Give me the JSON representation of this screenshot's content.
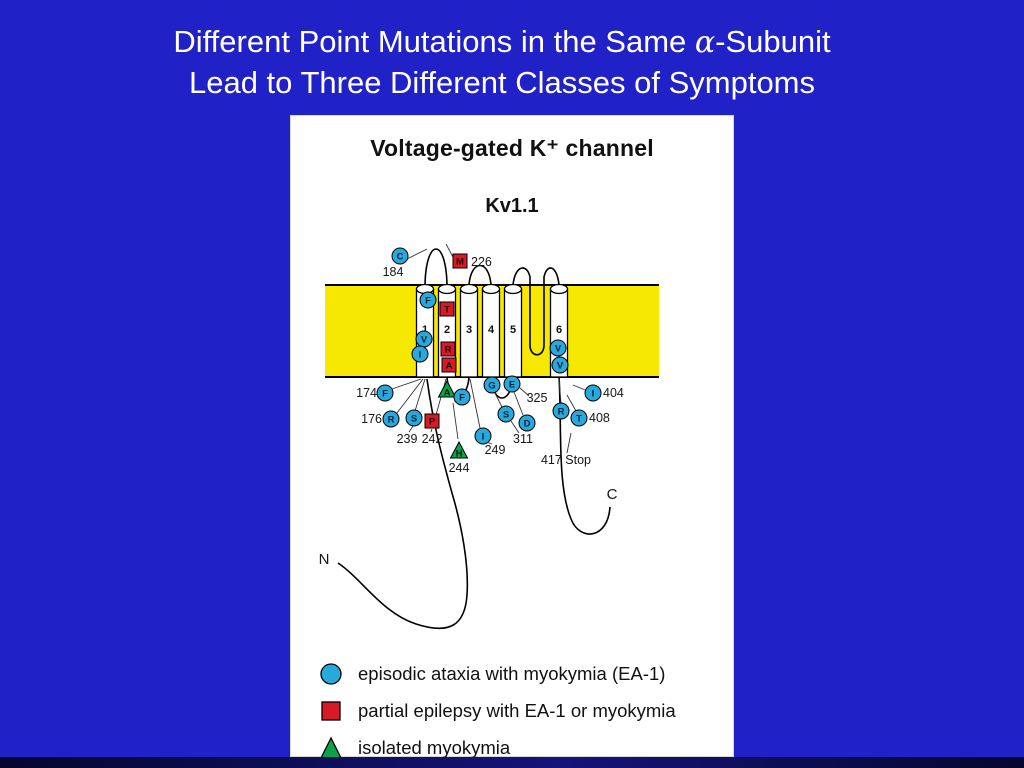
{
  "slide": {
    "title": {
      "line1_pre": "Different Point Mutations in the Same ",
      "alpha": "α",
      "line1_post": "-Subunit",
      "line2": "Lead to Three Different Classes of Symptoms"
    }
  },
  "figure": {
    "title": "Voltage-gated K⁺ channel",
    "subtitle": "Kv1.1",
    "n_label": "N",
    "c_label": "C",
    "segments": [
      "1",
      "2",
      "3",
      "4",
      "5",
      "6"
    ],
    "markers": {
      "c184": "C",
      "m226": "M",
      "s1_f": "F",
      "s1_v": "V",
      "s1_i": "I",
      "s2_t": "T",
      "s2_r": "R",
      "s2_a": "A",
      "s6_v1": "V",
      "s6_v2": "V",
      "f174": "F",
      "r176": "R",
      "s239": "S",
      "p242": "P",
      "a_tri": "A",
      "f_mid": "F",
      "h244": "H",
      "i249": "I",
      "g_loop": "G",
      "e_loop": "E",
      "s311": "S",
      "d325": "D",
      "r_ct": "R",
      "t408": "T",
      "i404": "I"
    },
    "pos": {
      "p184": "184",
      "p226": "226",
      "p174": "174",
      "p176": "176",
      "p239": "239",
      "p242": "242",
      "p244": "244",
      "p249": "249",
      "p311": "311",
      "p325": "325",
      "p404": "404",
      "p408": "408",
      "p417": "417 Stop"
    },
    "legend": [
      {
        "shape": "circle",
        "color": "#29a8dc",
        "label": "episodic ataxia with myokymia (EA-1)"
      },
      {
        "shape": "square",
        "color": "#d91828",
        "label": "partial epilepsy with EA-1 or myokymia"
      },
      {
        "shape": "triangle",
        "color": "#0fa04a",
        "label": "isolated myokymia"
      }
    ],
    "colors": {
      "background_blue": "#2121c8",
      "membrane_yellow": "#f6e800",
      "ea1_blue": "#29a8dc",
      "epilepsy_red": "#d91828",
      "myokymia_green": "#0fa04a"
    }
  }
}
